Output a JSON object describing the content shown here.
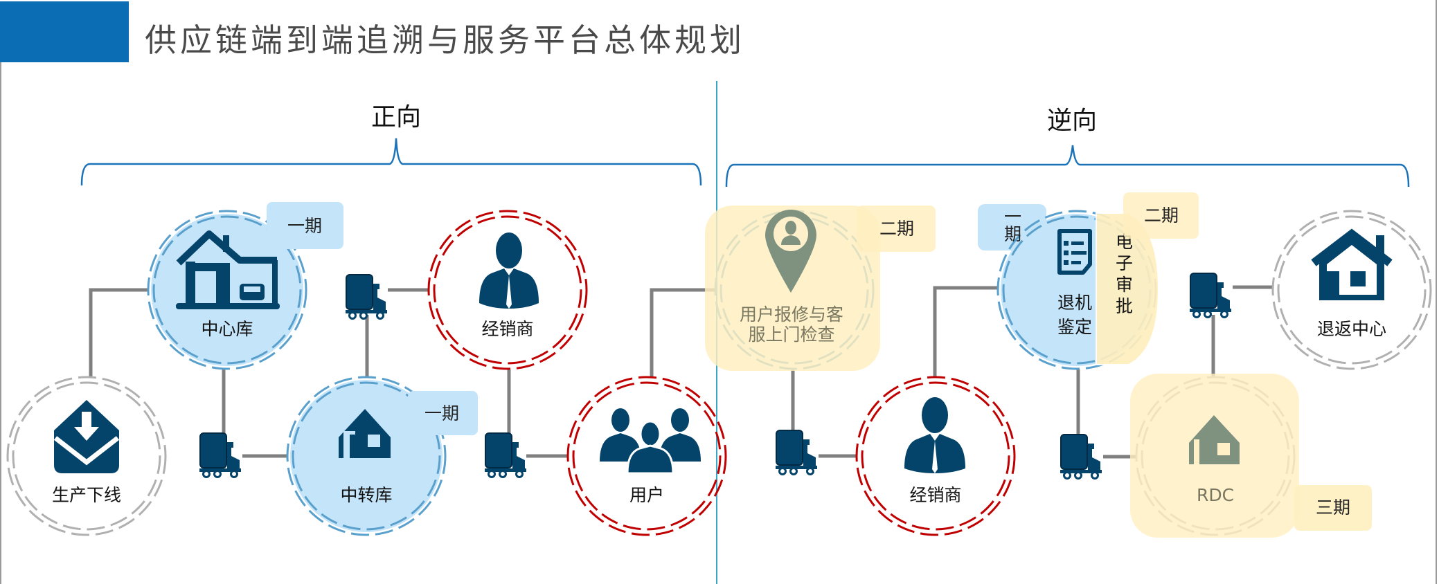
{
  "header": {
    "title": "供应链端到端追溯与服务平台总体规划"
  },
  "sections": {
    "forward": "正向",
    "reverse": "逆向"
  },
  "nodes": {
    "production": "生产下线",
    "central_warehouse": "中心库",
    "transit_warehouse": "中转库",
    "dealer_forward": "经销商",
    "user": "用户",
    "repair_lines": [
      "用户报修与客",
      "服上门检查"
    ],
    "dealer_reverse": "经销商",
    "return_inspection_lines": [
      "退机",
      "鉴定"
    ],
    "e_approval": "电子审批",
    "rdc": "RDC",
    "return_center": "退返中心"
  },
  "phases": {
    "central_warehouse": "一期",
    "transit_warehouse": "一期",
    "repair": "二期",
    "return_inspection": "一期",
    "e_approval": "二期",
    "rdc": "三期"
  },
  "colors": {
    "header_blue": "#0b6db3",
    "navy_icon": "#04436a",
    "phase1_blue": "#c4e4fa",
    "phase_yellow": "#ffefc0",
    "dealer_red": "#c00000",
    "connector_gray": "#808080",
    "divider_teal": "#3aa6c8"
  }
}
